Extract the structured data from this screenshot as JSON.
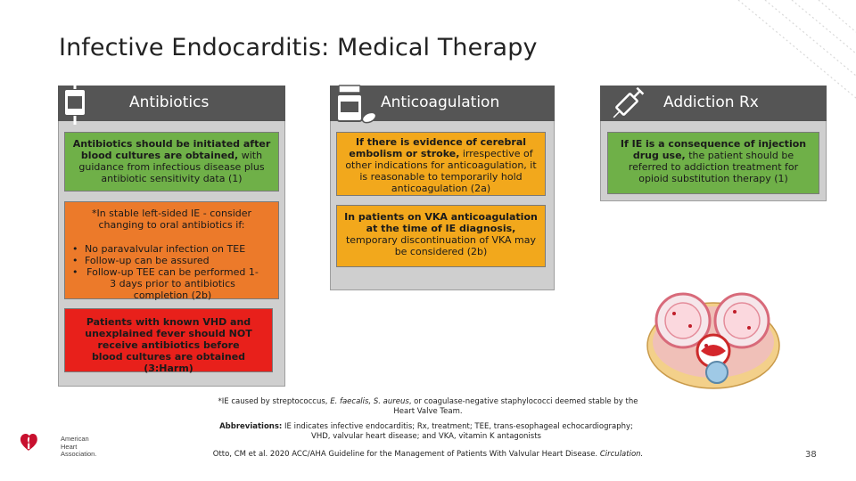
{
  "title": "Infective Endocarditis: Medical Therapy",
  "columns": {
    "antibiotics": {
      "header": "Antibiotics",
      "box1_bold": "Antibiotics should be initiated after blood cultures are obtained,",
      "box1_rest": " with guidance from infectious disease plus antibiotic sensitivity data (1)",
      "box2_intro": "*In stable left-sided IE - consider changing to oral antibiotics if:",
      "box2_bullets": [
        "No paravalvular infection on TEE",
        "Follow-up can be assured",
        "Follow-up TEE can be performed 1-3 days prior to antibiotics completion (2b)"
      ],
      "box3_text": "Patients with known VHD and unexplained fever should NOT receive antibiotics before blood cultures are obtained (3:Harm)"
    },
    "anticoagulation": {
      "header": "Anticoagulation",
      "box1_bold": "If there is evidence of cerebral embolism or stroke,",
      "box1_rest": " irrespective of other indications for anticoagulation, it is reasonable to temporarily hold anticoagulation (2a)",
      "box2_bold": "In patients on VKA anticoagulation at the time of IE diagnosis,",
      "box2_rest": " temporary discontinuation of VKA may be considered (2b)"
    },
    "addiction": {
      "header": "Addiction Rx",
      "box1_bold": "If IE is a consequence of injection drug use,",
      "box1_rest": " the patient should be referred to addiction treatment for opioid substitution therapy (1)"
    }
  },
  "footnotes": {
    "star_prefix": "*IE caused by streptococcus, ",
    "star_species": "E. faecalis, S. aureus",
    "star_suffix": ", or coagulase-negative staphylococci deemed stable by the Heart Valve Team.",
    "abbrev_label": "Abbreviations:",
    "abbrev_text": " IE indicates infective endocarditis; Rx, treatment; TEE, trans-esophageal echocardiography; VHD, valvular heart disease; and VKA, vitamin K antagonists",
    "citation_text": "Otto, CM et al. 2020 ACC/AHA Guideline for the Management of Patients With Valvular Heart Disease. ",
    "citation_journal": "Circulation."
  },
  "logo_text": "American Heart Association.",
  "page_number": "38",
  "colors": {
    "green": "#6fb048",
    "orange": "#ec7a2a",
    "yellow": "#f2a81c",
    "red": "#e8201b",
    "header": "#555555",
    "aha_red": "#c8102e"
  },
  "icons": [
    "iv-bag-icon",
    "pill-bottle-icon",
    "syringe-icon",
    "aha-heart-torch-icon",
    "heart-valve-illustration"
  ]
}
